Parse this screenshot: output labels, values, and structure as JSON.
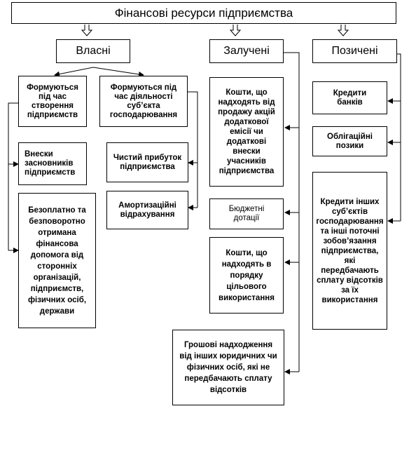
{
  "title": "Фінансові ресурси підприємства",
  "categories": {
    "own": "Власні",
    "attracted": "Залучені",
    "borrowed": "Позичені"
  },
  "own": {
    "formed_creation": "Формуються під час створення підприємств",
    "formed_activity": "Формуються під час діяльності суб’єкта господарювання",
    "founders_contributions": "Внески засновників підприємств",
    "net_profit": "Чистий прибуток підприємства",
    "depreciation": "Амортизаційні відрахування",
    "free_aid": "Безоплатно та безповоротно отримана фінансова допомога від сторонніх організацій, підприємств, фізичних осіб, держави"
  },
  "attracted": {
    "share_sale": "Кошти, що надходять від продажу акцій додаткової емісії чи додаткові внески учасників підприємства",
    "budget_subsidies": "Бюджетні дотації",
    "targeted_funds": "Кошти, що надходять в порядку цільового використання",
    "cash_receipts": "Грошові надходження від інших юридичних чи фізичних осіб, які не передбачають сплату відсотків"
  },
  "borrowed": {
    "bank_credits": "Кредити банків",
    "bond_loans": "Облігаційні позики",
    "other_credits": "Кредити інших суб’єктів господарювання та інші поточні зобов’язання підприємства, які передбачають сплату відсотків за їх використання"
  }
}
